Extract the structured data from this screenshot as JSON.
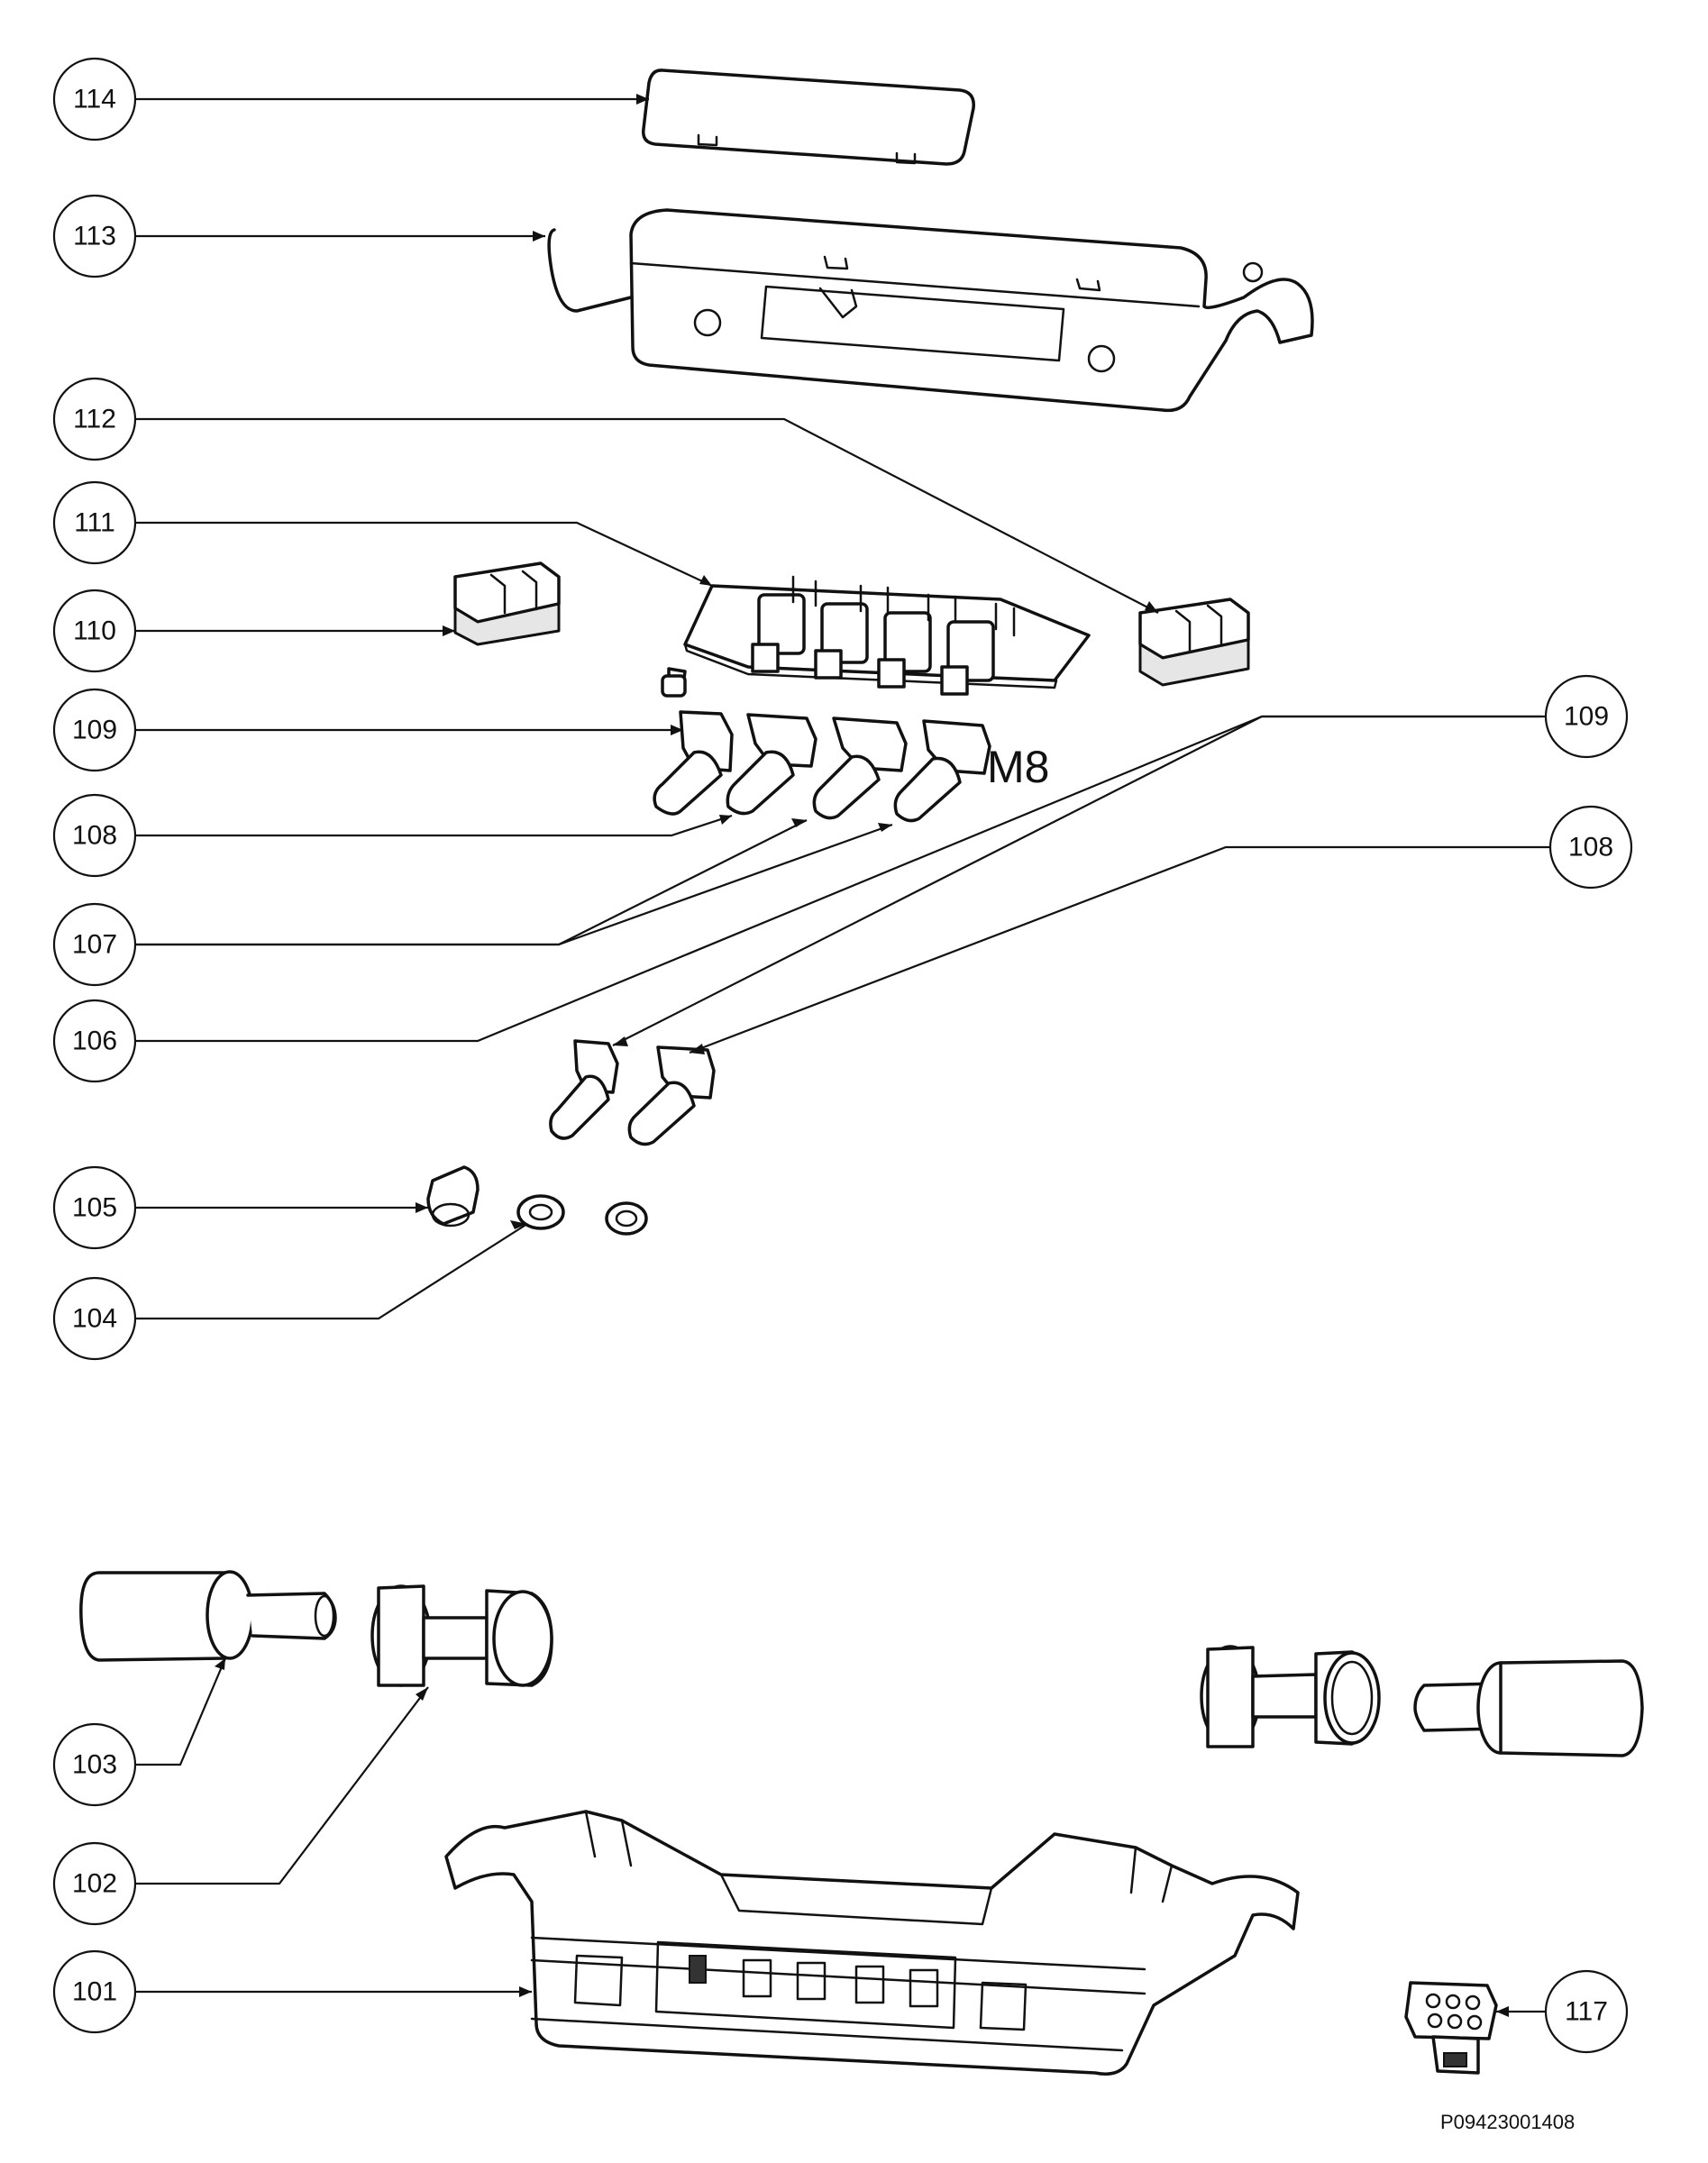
{
  "callouts": [
    {
      "id": "c114",
      "label": "114"
    },
    {
      "id": "c113",
      "label": "113"
    },
    {
      "id": "c112",
      "label": "112"
    },
    {
      "id": "c111",
      "label": "111"
    },
    {
      "id": "c110",
      "label": "110"
    },
    {
      "id": "c109a",
      "label": "109"
    },
    {
      "id": "c108a",
      "label": "108"
    },
    {
      "id": "c107",
      "label": "107"
    },
    {
      "id": "c106",
      "label": "106"
    },
    {
      "id": "c109b",
      "label": "109"
    },
    {
      "id": "c108b",
      "label": "108"
    },
    {
      "id": "c105",
      "label": "105"
    },
    {
      "id": "c104",
      "label": "104"
    },
    {
      "id": "c103",
      "label": "103"
    },
    {
      "id": "c102",
      "label": "102"
    },
    {
      "id": "c101",
      "label": "101"
    },
    {
      "id": "c117",
      "label": "117"
    }
  ],
  "annotations": {
    "knob_set_label": "M8",
    "drawing_code": "P09423001408"
  }
}
